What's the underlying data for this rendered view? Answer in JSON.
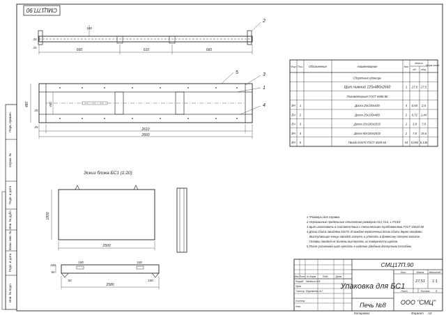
{
  "stamp_top": "СМЦ17П.90",
  "views": {
    "top": {
      "callout": "2",
      "dims": [
        "660",
        "610",
        "660"
      ],
      "dims_small": [
        "25",
        "25",
        "100"
      ]
    },
    "main": {
      "callouts": [
        "5",
        "3",
        "1",
        "4"
      ],
      "dim_total": "2660",
      "dim_inner": "2610",
      "dim_height": "480",
      "dim_mid": "430",
      "dims_small": [
        "25",
        "25"
      ]
    },
    "sketch": {
      "title": "Эскиз блока БС1 (1:20)",
      "dim_width": "2500",
      "dim_height": "1800",
      "dim_bottom_width": "2580",
      "dims_small": [
        "100",
        "50",
        "100",
        "100",
        "50",
        "100"
      ]
    }
  },
  "spec": {
    "headers": {
      "format": "Фор",
      "zone": "Поз.",
      "designation": "Обозначение",
      "name": "Наименование",
      "qty": "Кол",
      "mass": "Масса",
      "mass_one": "ед.",
      "mass_total": "общ.",
      "form": "Форм-чание"
    },
    "rows": [
      {
        "fmt": "",
        "pos": "",
        "name": "Сборочные единицы",
        "qty": "",
        "m1": "",
        "m2": ""
      },
      {
        "fmt": "",
        "pos": "",
        "name": "Щит нижний 125х480х2660",
        "qty": "1",
        "m1": "27,5",
        "m2": "27,5"
      },
      {
        "fmt": "",
        "pos": "",
        "name": "Пиломатериал ГОСТ 8486-86",
        "qty": "",
        "m1": "",
        "m2": ""
      },
      {
        "fmt": "БЧ",
        "pos": "1",
        "name": "Доска 25х100х430",
        "qty": "4",
        "m1": "0,65",
        "m2": "2,6"
      },
      {
        "fmt": "БЧ",
        "pos": "2",
        "name": "Доска 25х100х480",
        "qty": "2",
        "m1": "0,72",
        "m2": "1,44"
      },
      {
        "fmt": "БЧ",
        "pos": "3",
        "name": "Доска 25х100х2610",
        "qty": "2",
        "m1": "3,9",
        "m2": "7,8"
      },
      {
        "fmt": "БЧ",
        "pos": "4",
        "name": "Доска 50х100х2610",
        "qty": "2",
        "m1": "7,8",
        "m2": "15,6"
      },
      {
        "fmt": "БЧ",
        "pos": "5",
        "name": "Гвозди К3х70 ГОСТ 4028-63",
        "qty": "34",
        "m1": "0,004",
        "m2": "0,136"
      }
    ]
  },
  "notes": [
    "1 *Размеры для справок.",
    "2 Неуказанные предельные отклонения размеров Н14, h14, ± IT14/2",
    "3 Щит изготовить в соответствии с техническими требованиями ГОСТ 18343-80",
    "4 Доски сбить гвоздями К3х70. В каждом пересечении досок сбить двумя гвоздями.",
    "Выступающие концы гвоздей загнуть и утопить в древесину поперек волокон.",
    "Головки гвоздей не должны выступать из поверхности щитов.",
    "5 После установки щит крепить к изделию удобным доступным способом."
  ],
  "title_block": {
    "code": "СМЦ17П.90",
    "title": "Упаковка для БС1",
    "subtitle": "Печь №8",
    "company": "ООО \"СМЦ\"",
    "lit_label": "Лит.",
    "mass_label": "Масса",
    "scale_label": "Масштаб",
    "mass_value": "27,51",
    "scale_value": "1:1",
    "sheet_label": "Лист",
    "sheets_label": "Листов",
    "sheets_value": "1",
    "roles": [
      "Изм.",
      "Лист",
      "№ докум.",
      "Подп.",
      "Дата",
      "Разраб.",
      "Пров.",
      "Т.контр.",
      "Н.контр.",
      "Утв."
    ],
    "people": [
      "Мелёхин А.В.",
      "Ефременко А.Г."
    ],
    "footer_copy": "Копировал",
    "footer_format": "Формат",
    "footer_format_value": "А3"
  },
  "side_labels": [
    "Перв. примен.",
    "Справ. №",
    "Подп. и дата",
    "Инв. № дубл.",
    "Взам. инв. №",
    "Подп. и дата",
    "Инв. № подл."
  ]
}
